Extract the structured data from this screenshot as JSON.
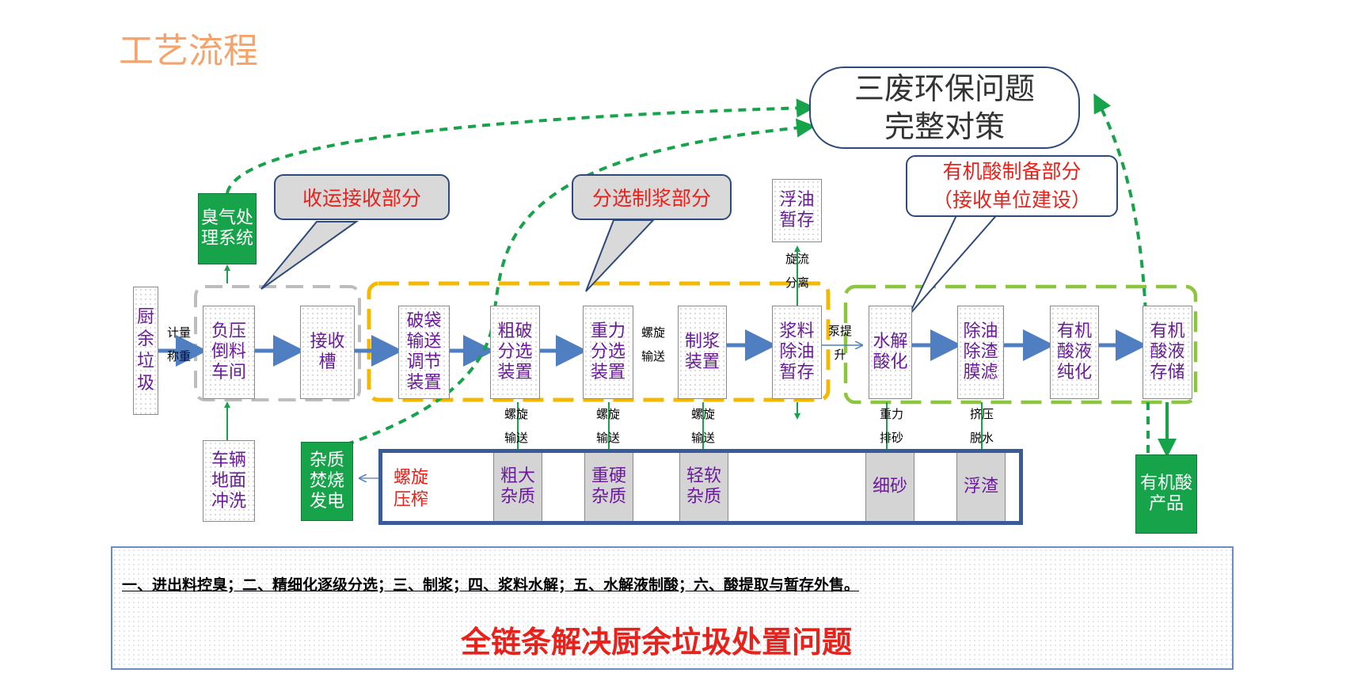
{
  "page_title": "工艺流程",
  "goal_bubble": {
    "line1": "三废环保问题",
    "line2": "完整对策"
  },
  "callouts": {
    "collection": "收运接收部分",
    "sorting": "分选制浆部分",
    "acid_line1": "有机酸制备部分",
    "acid_line2": "（接收单位建设）"
  },
  "nodes": {
    "waste": [
      "厨",
      "余",
      "垃",
      "圾"
    ],
    "unloading": [
      "负压",
      "倒料",
      "车间"
    ],
    "receiving": [
      "接收",
      "槽"
    ],
    "bag_breaking": [
      "破袋",
      "输送",
      "调节",
      "装置"
    ],
    "coarse": [
      "粗破",
      "分选",
      "装置"
    ],
    "gravity": [
      "重力",
      "分选",
      "装置"
    ],
    "pulping": [
      "制浆",
      "装置"
    ],
    "slurry": [
      "浆料",
      "除油",
      "暂存"
    ],
    "hydrolysis": [
      "水解",
      "酸化"
    ],
    "deoil": [
      "除油",
      "除渣",
      "膜滤"
    ],
    "purify": [
      "有机",
      "酸液",
      "纯化"
    ],
    "storage": [
      "有机",
      "酸液",
      "存储"
    ],
    "odor": [
      "臭气处",
      "理系统"
    ],
    "float_oil": [
      "浮油",
      "暂存"
    ],
    "vehicle": [
      "车辆",
      "地面",
      "冲洗"
    ],
    "incineration": [
      "杂质",
      "焚烧",
      "发电"
    ],
    "product": [
      "有机酸",
      "产品"
    ]
  },
  "conveyor_labels": {
    "weigh1": "计量",
    "weigh2": "称重",
    "screw1": "螺旋",
    "screw2": "输送",
    "cyclone1": "旋流",
    "cyclone2": "分离",
    "pump1": "泵提",
    "pump2": "升",
    "coarse_down1": "螺旋",
    "coarse_down2": "输送",
    "gravity_down1": "螺旋",
    "gravity_down2": "输送",
    "pulp_down1": "螺旋",
    "pulp_down2": "输送",
    "hydro_down1": "重力",
    "hydro_down2": "排砂",
    "deoil_down1": "挤压",
    "deoil_down2": "脱水"
  },
  "impurity": {
    "press": [
      "螺旋",
      "压榨"
    ],
    "coarse": [
      "粗大",
      "杂质"
    ],
    "hard": [
      "重硬",
      "杂质"
    ],
    "light": [
      "轻软",
      "杂质"
    ],
    "sand": "细砂",
    "scum": "浮渣"
  },
  "summary": "一、进出料控臭；二、精细化逐级分选；三、制浆；四、浆料水解；五、水解液制酸；六、酸提取与暂存外售。",
  "slogan": "全链条解决厨余垃圾处置问题",
  "colors": {
    "flow_arrow": "#4F7FC0",
    "green_dash": "#16A34A",
    "yellow_region": "#F5B800",
    "lime_region": "#8CC63F",
    "gray_region": "#BDBDBD",
    "accent_red": "#E8221B",
    "text_purple": "#6A1B9A"
  }
}
